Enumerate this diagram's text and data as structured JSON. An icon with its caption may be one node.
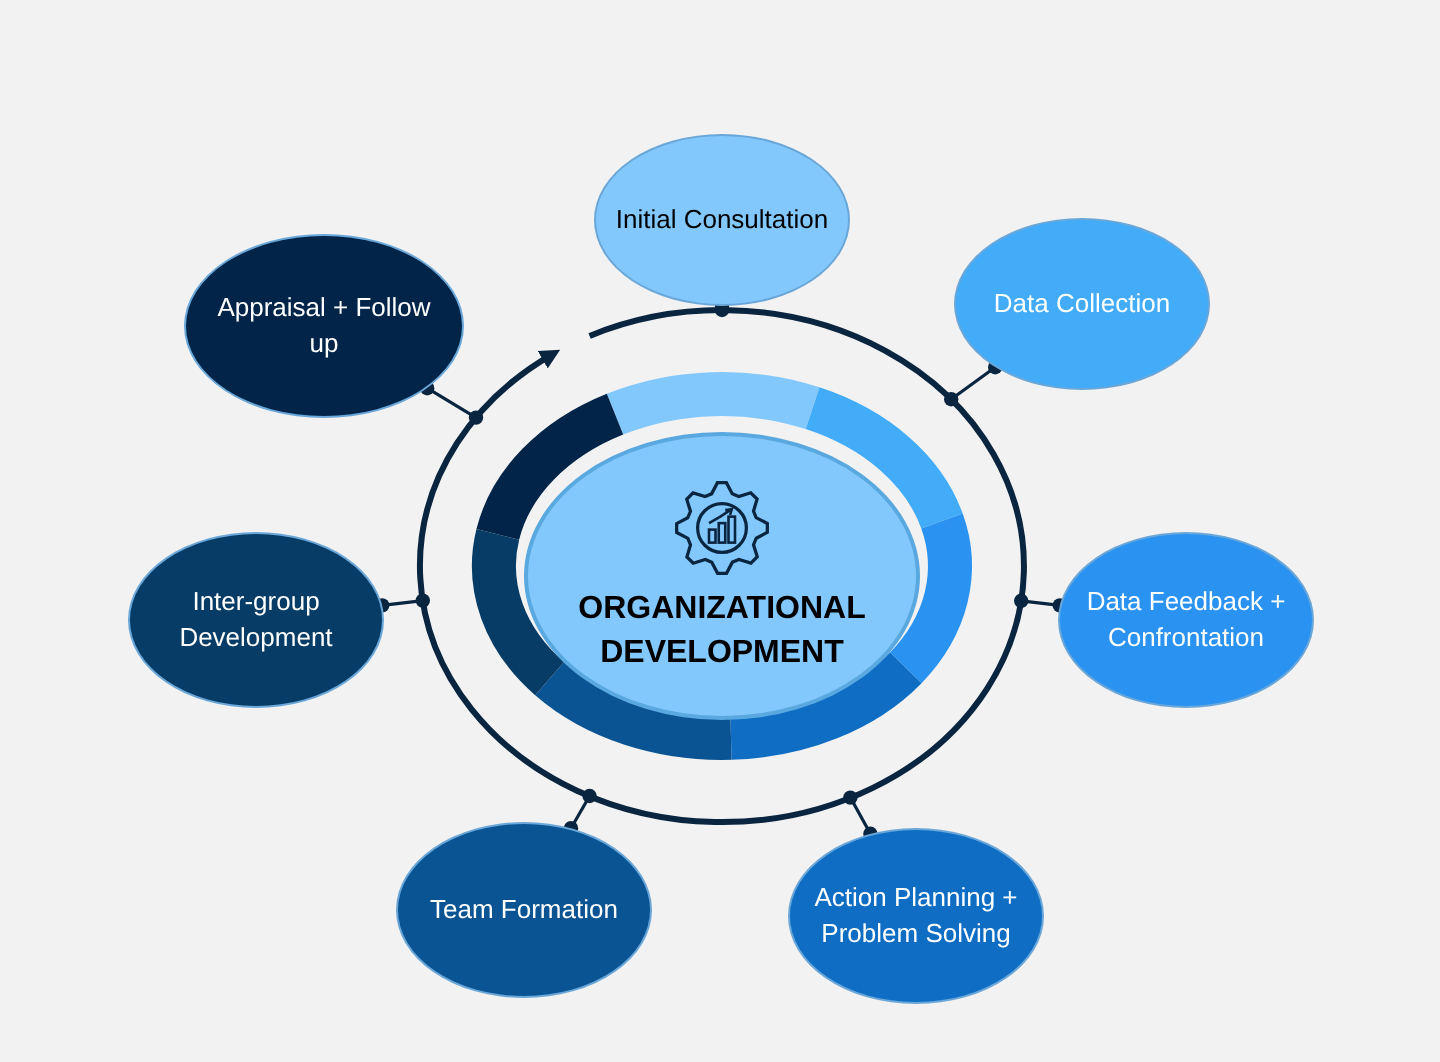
{
  "diagram": {
    "nodes": [
      {
        "text": [
          "ORGANIZATIONAL DEVELOPMENT"
        ]
      },
      {
        "text": [
          "Initial Consultation"
        ]
      },
      {
        "text": [
          "Data Collection"
        ]
      },
      {
        "text": [
          "Data Feedback + Confrontation"
        ]
      },
      {
        "text": [
          "Action Planning + Problem Solving"
        ]
      },
      {
        "text": [
          "Team Formation"
        ]
      },
      {
        "text": [
          "Inter-group Development"
        ]
      },
      {
        "text": [
          "Appraisal + Follow up"
        ]
      }
    ],
    "edges": [
      {
        "from": 1,
        "to": null,
        "arrow": "other"
      },
      {
        "from": 2,
        "to": null,
        "arrow": "other"
      },
      {
        "from": 3,
        "to": null,
        "arrow": "other"
      },
      {
        "from": 4,
        "to": null,
        "arrow": "other"
      },
      {
        "from": 5,
        "to": null,
        "arrow": "other"
      },
      {
        "from": 6,
        "to": null,
        "arrow": "other"
      },
      {
        "from": 7,
        "to": null,
        "arrow": "other"
      }
    ]
  }
}
